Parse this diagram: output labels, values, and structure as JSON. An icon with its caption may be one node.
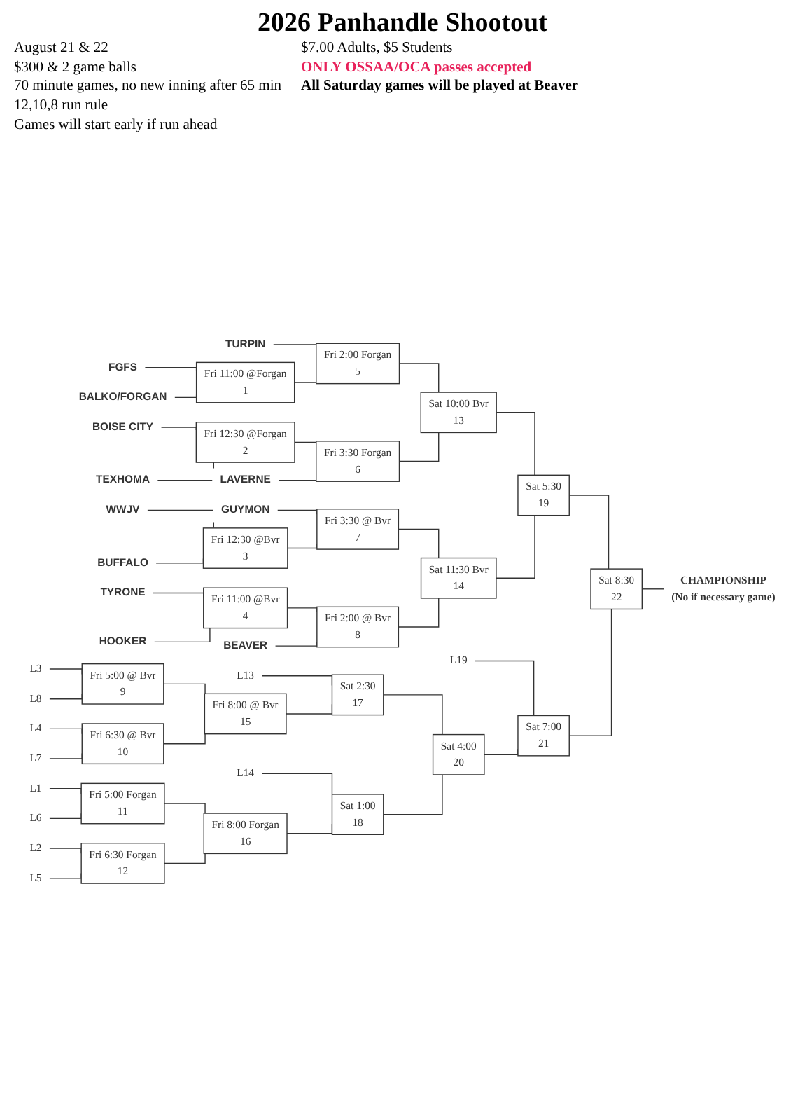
{
  "diagram": {
    "title": "2026 Panhandle Shootout",
    "nodes": [
      {
        "text": [
          "TURPIN"
        ]
      },
      {
        "text": [
          "FGFS"
        ]
      },
      {
        "text": [
          "Fri 11:00 @Forgan",
          "1"
        ]
      },
      {
        "text": [
          "BALKO/FORGAN"
        ]
      },
      {
        "text": [
          "Fri 2:00 Forgan",
          "5"
        ]
      },
      {
        "text": [
          "Sat 10:00 Bvr",
          "13"
        ]
      },
      {
        "text": [
          "BOISE CITY"
        ]
      },
      {
        "text": [
          "Fri 12:30 @Forgan",
          "2"
        ]
      },
      {
        "text": [
          "TEXHOMA"
        ]
      },
      {
        "text": [
          "Fri 3:30 Forgan",
          "6"
        ]
      },
      {
        "text": [
          "LAVERNE"
        ]
      },
      {
        "text": [
          "Sat 5:30",
          "19"
        ]
      },
      {
        "text": [
          "GUYMON"
        ]
      },
      {
        "text": [
          "WWJV"
        ]
      },
      {
        "text": [
          "Fri 12:30 @Bvr",
          "3"
        ]
      },
      {
        "text": [
          "BUFFALO"
        ]
      },
      {
        "text": [
          "Fri 3:30 @ Bvr",
          "7"
        ]
      },
      {
        "text": [
          "Sat 11:30 Bvr",
          "14"
        ]
      },
      {
        "text": [
          "TYRONE"
        ]
      },
      {
        "text": [
          "Fri 11:00 @Bvr",
          "4"
        ]
      },
      {
        "text": [
          "HOOKER"
        ]
      },
      {
        "text": [
          "Fri 2:00 @ Bvr",
          "8"
        ]
      },
      {
        "text": [
          "BEAVER"
        ]
      },
      {
        "text": [
          "Sat 8:30",
          "22"
        ]
      },
      {
        "text": [
          "CHAMPIONSHIP",
          "(No if necessary game)"
        ]
      },
      {
        "text": [
          "L19"
        ]
      },
      {
        "text": [
          "L13"
        ]
      },
      {
        "text": [
          "L3"
        ]
      },
      {
        "text": [
          "Fri 5:00 @ Bvr",
          "9"
        ]
      },
      {
        "text": [
          "L8"
        ]
      },
      {
        "text": [
          "Sat 2:30",
          "17"
        ]
      },
      {
        "text": [
          "Sat 7:00",
          "21"
        ]
      },
      {
        "text": [
          "Fri 8:00 @ Bvr",
          "15"
        ]
      },
      {
        "text": [
          "L4"
        ]
      },
      {
        "text": [
          "Fri 6:30 @ Bvr",
          "10"
        ]
      },
      {
        "text": [
          "Sat 4:00",
          "20"
        ]
      },
      {
        "text": [
          "L7"
        ]
      },
      {
        "text": [
          "L14"
        ]
      },
      {
        "text": [
          "L1"
        ]
      },
      {
        "text": [
          "Fri 5:00 Forgan",
          "11"
        ]
      },
      {
        "text": [
          "Sat 1:00",
          "18"
        ]
      },
      {
        "text": [
          "L6"
        ]
      },
      {
        "text": [
          "Fri 8:00 Forgan",
          "16"
        ]
      },
      {
        "text": [
          "L2"
        ]
      },
      {
        "text": [
          "Fri 6:30 Forgan",
          "12"
        ]
      },
      {
        "text": [
          "L5"
        ]
      }
    ],
    "edges": [
      {
        "from": 1,
        "to": 2,
        "arrow": "none"
      },
      {
        "from": 3,
        "to": 2,
        "arrow": "none"
      },
      {
        "from": 0,
        "to": 4,
        "arrow": "none"
      },
      {
        "from": 2,
        "to": 4,
        "arrow": "none"
      },
      {
        "from": 4,
        "to": 5,
        "arrow": "none"
      },
      {
        "from": 6,
        "to": 7,
        "arrow": "none"
      },
      {
        "from": 8,
        "to": 7,
        "arrow": "none"
      },
      {
        "from": 7,
        "to": 9,
        "arrow": "none"
      },
      {
        "from": 10,
        "to": 9,
        "arrow": "none"
      },
      {
        "from": 9,
        "to": 5,
        "arrow": "none"
      },
      {
        "from": 5,
        "to": 11,
        "arrow": "none"
      },
      {
        "from": 13,
        "to": 14,
        "arrow": "none"
      },
      {
        "from": 15,
        "to": 14,
        "arrow": "none"
      },
      {
        "from": 12,
        "to": 16,
        "arrow": "none"
      },
      {
        "from": 14,
        "to": 16,
        "arrow": "none"
      },
      {
        "from": 16,
        "to": 17,
        "arrow": "none"
      },
      {
        "from": 18,
        "to": 19,
        "arrow": "none"
      },
      {
        "from": 20,
        "to": 19,
        "arrow": "none"
      },
      {
        "from": 19,
        "to": 21,
        "arrow": "none"
      },
      {
        "from": 22,
        "to": 21,
        "arrow": "none"
      },
      {
        "from": 21,
        "to": 17,
        "arrow": "none"
      },
      {
        "from": 17,
        "to": 11,
        "arrow": "none"
      },
      {
        "from": 11,
        "to": 23,
        "arrow": "none"
      },
      {
        "from": 31,
        "to": 23,
        "arrow": "none"
      },
      {
        "from": 23,
        "to": 24,
        "arrow": "none"
      },
      {
        "from": 25,
        "to": 31,
        "arrow": "none"
      },
      {
        "from": 26,
        "to": 30,
        "arrow": "none"
      },
      {
        "from": 27,
        "to": 28,
        "arrow": "none"
      },
      {
        "from": 29,
        "to": 28,
        "arrow": "none"
      },
      {
        "from": 28,
        "to": 32,
        "arrow": "none"
      },
      {
        "from": 33,
        "to": 34,
        "arrow": "none"
      },
      {
        "from": 36,
        "to": 34,
        "arrow": "none"
      },
      {
        "from": 34,
        "to": 32,
        "arrow": "none"
      },
      {
        "from": 32,
        "to": 30,
        "arrow": "none"
      },
      {
        "from": 30,
        "to": 35,
        "arrow": "none"
      },
      {
        "from": 35,
        "to": 31,
        "arrow": "none"
      },
      {
        "from": 37,
        "to": 40,
        "arrow": "none"
      },
      {
        "from": 38,
        "to": 39,
        "arrow": "none"
      },
      {
        "from": 41,
        "to": 39,
        "arrow": "none"
      },
      {
        "from": 39,
        "to": 42,
        "arrow": "none"
      },
      {
        "from": 43,
        "to": 44,
        "arrow": "none"
      },
      {
        "from": 45,
        "to": 44,
        "arrow": "none"
      },
      {
        "from": 44,
        "to": 42,
        "arrow": "none"
      },
      {
        "from": 42,
        "to": 40,
        "arrow": "none"
      },
      {
        "from": 40,
        "to": 35,
        "arrow": "none"
      }
    ],
    "labels": [
      "August 21 & 22",
      "$300 & 2 game balls",
      "70 minute games, no new inning after 65 min",
      "12,10,8 run rule",
      "Games will start early if run ahead",
      "$7.00 Adults, $5 Students",
      "ONLY OSSAA/OCA passes accepted",
      "All Saturday games will be played at Beaver"
    ]
  }
}
